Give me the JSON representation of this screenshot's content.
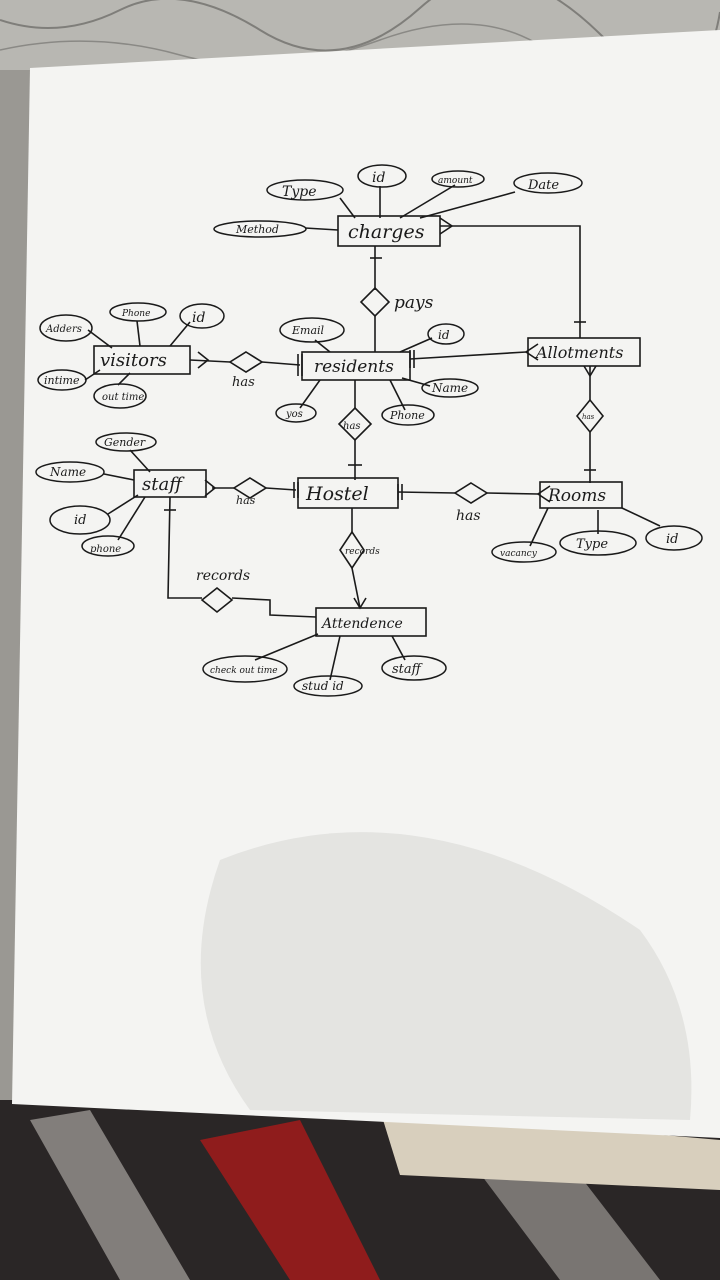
{
  "entities": {
    "charges": "charges",
    "visitors": "visitors",
    "residents": "residents",
    "allotments": "Allotments",
    "staff": "staff",
    "hostel": "Hostel",
    "rooms": "Rooms",
    "attendence": "Attendence"
  },
  "relationships": {
    "pays": "pays",
    "has_visitors": "has",
    "has_staff": "has",
    "has_rooms": "has",
    "has_residents": "has",
    "has_allot_rooms": "has",
    "records_hostel": "records",
    "records_staff": "records"
  },
  "attributes": {
    "charges": [
      "Type",
      "id",
      "amount",
      "Date",
      "Method"
    ],
    "visitors": [
      "Adders",
      "Phone",
      "id",
      "intime",
      "out time"
    ],
    "residents": [
      "Email",
      "id",
      "Name",
      "Phone",
      "yos"
    ],
    "staff": [
      "Gender",
      "Name",
      "id",
      "phone"
    ],
    "rooms": [
      "vacancy",
      "Type",
      "id"
    ],
    "attendence": [
      "check out time",
      "stud id",
      "staff"
    ]
  },
  "colors": {
    "ink": "#1a1a1a",
    "paper": "#f4f4f2",
    "backdrop": "#8c8a86"
  }
}
